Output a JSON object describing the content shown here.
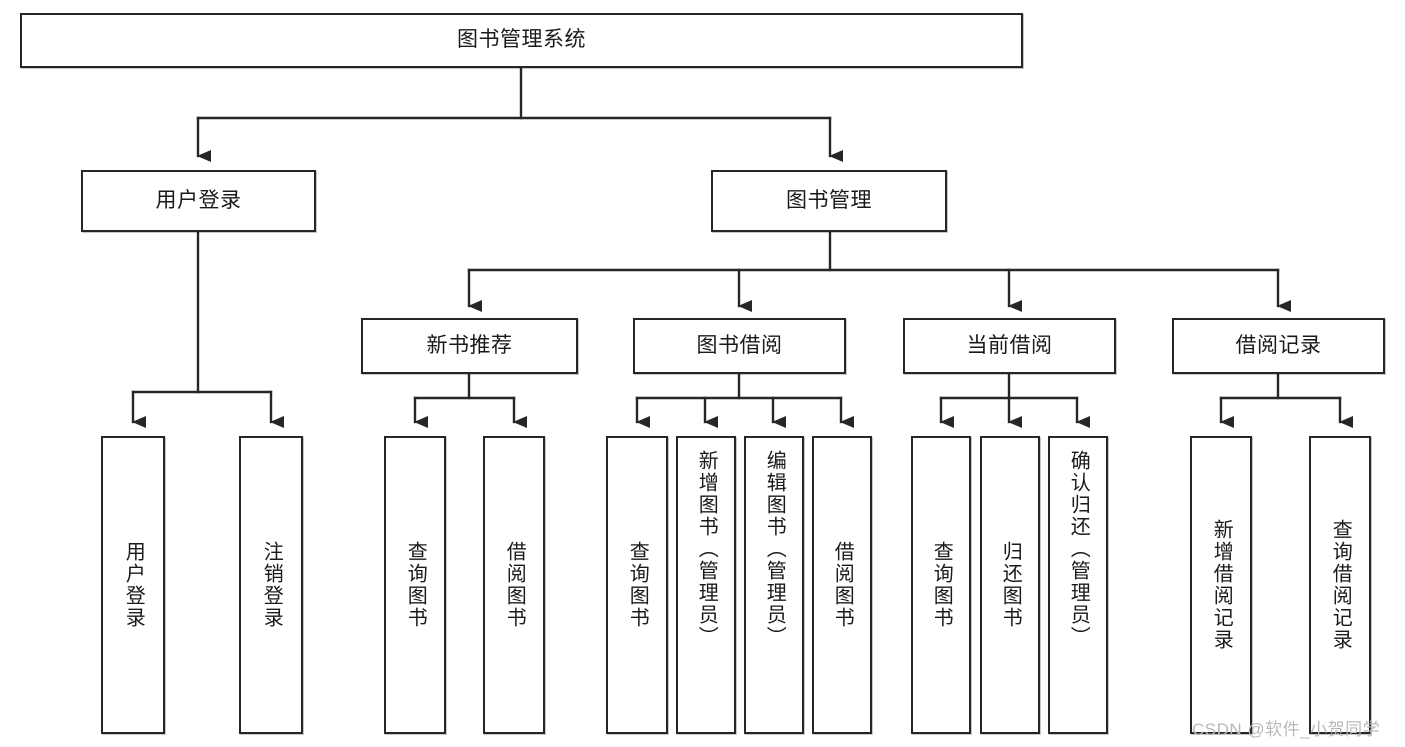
{
  "diagram": {
    "type": "tree",
    "title": "图书管理系统",
    "root": {
      "label": "图书管理系统"
    },
    "level2": [
      {
        "label": "用户登录"
      },
      {
        "label": "图书管理"
      }
    ],
    "level3": [
      {
        "label": "新书推荐"
      },
      {
        "label": "图书借阅"
      },
      {
        "label": "当前借阅"
      },
      {
        "label": "借阅记录"
      }
    ],
    "leaves": {
      "user_login": [
        {
          "label": "用户登录"
        },
        {
          "label": "注销登录"
        }
      ],
      "new_book_recommend": [
        {
          "label": "查询图书"
        },
        {
          "label": "借阅图书"
        }
      ],
      "book_borrow": [
        {
          "label": "查询图书"
        },
        {
          "label": "新增图书（管理员）"
        },
        {
          "label": "编辑图书（管理员）"
        },
        {
          "label": "借阅图书"
        }
      ],
      "current_borrow": [
        {
          "label": "查询图书"
        },
        {
          "label": "归还图书"
        },
        {
          "label": "确认归还（管理员）"
        }
      ],
      "borrow_records": [
        {
          "label": "新增借阅记录"
        },
        {
          "label": "查询借阅记录"
        }
      ]
    }
  },
  "watermark": {
    "text": "CSDN @软件_小贺同学"
  },
  "colors": {
    "border": "#262626",
    "text": "#1a1a1a",
    "background": "#ffffff",
    "watermark": "#b9b9b9"
  }
}
